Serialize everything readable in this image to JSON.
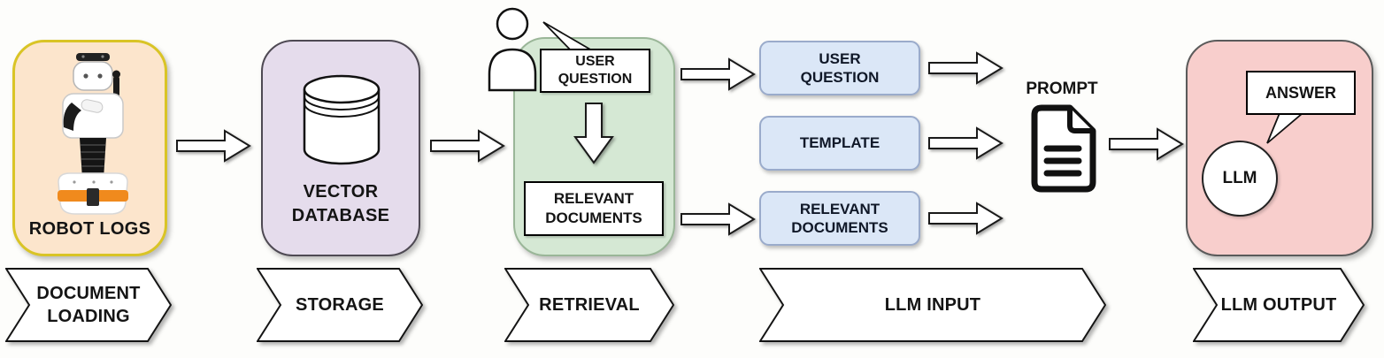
{
  "diagram": {
    "title_hint": "RAG pipeline for robot logs",
    "robot_logs": {
      "label": "ROBOT LOGS"
    },
    "vector_database": {
      "label": "VECTOR DATABASE"
    },
    "retrieval_panel": {
      "user_question": "USER QUESTION",
      "relevant_documents": "RELEVANT DOCUMENTS"
    },
    "llm_input_boxes": [
      {
        "label": "USER QUESTION"
      },
      {
        "label": "TEMPLATE"
      },
      {
        "label": "RELEVANT DOCUMENTS"
      }
    ],
    "prompt": {
      "label": "PROMPT"
    },
    "llm_output_panel": {
      "answer": "ANSWER",
      "llm": "LLM"
    },
    "stage_banners": [
      {
        "label": "DOCUMENT LOADING"
      },
      {
        "label": "STORAGE"
      },
      {
        "label": "RETRIEVAL"
      },
      {
        "label": "LLM INPUT"
      },
      {
        "label": "LLM OUTPUT"
      }
    ]
  },
  "icons": {
    "robot": "tiago-robot-illustration",
    "database": "database-cylinder-icon",
    "person": "person-silhouette-icon",
    "document": "prompt-document-icon",
    "speech_bubbles": [
      "user-question-callout",
      "answer-callout"
    ]
  },
  "colors": {
    "robot_panel_fill": "#FCE5CC",
    "robot_panel_border": "#D9C426",
    "purple_panel_fill": "#E5DCEC",
    "green_panel_fill": "#D5E8D4",
    "blue_box_fill": "#DBE7F7",
    "pink_panel_fill": "#F8CECC",
    "robot_base_band": "#F08A1D",
    "text": "#141414"
  }
}
